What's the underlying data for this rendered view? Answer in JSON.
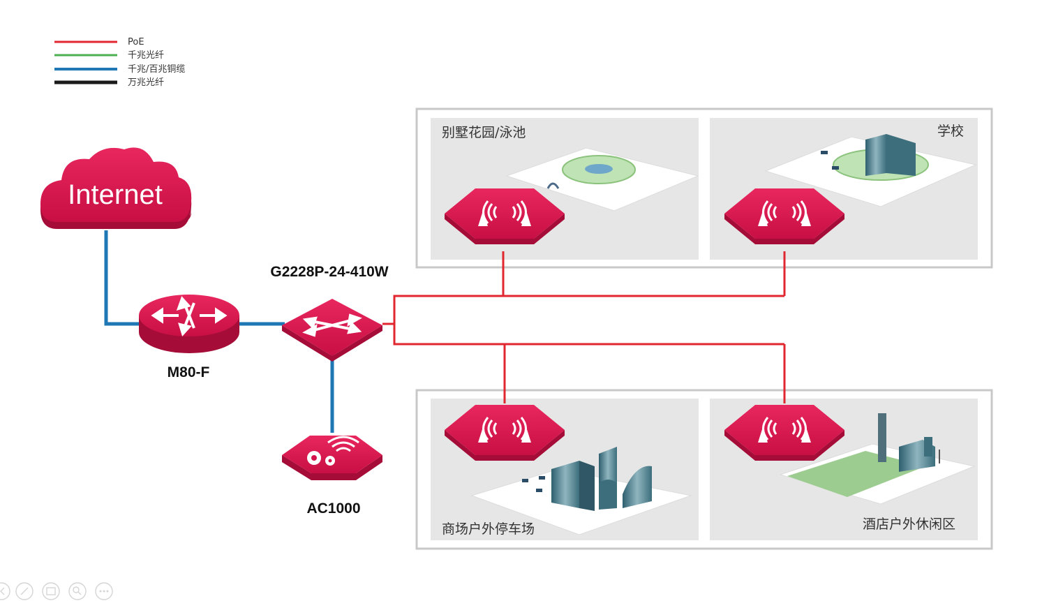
{
  "legend": [
    {
      "label": "PoE",
      "color": "#e0262e"
    },
    {
      "label": "千兆光纤",
      "color": "#4caf50"
    },
    {
      "label": "千兆/百兆铜缆",
      "color": "#1f77b4"
    },
    {
      "label": "万兆光纤",
      "color": "#1a1a1a"
    }
  ],
  "cloud": {
    "label": "Internet"
  },
  "devices": {
    "router": {
      "label": "M80-F"
    },
    "switch": {
      "label": "G2228P-24-410W"
    },
    "controller": {
      "label": "AC1000"
    }
  },
  "scenes": {
    "villa": "别墅花园/泳池",
    "school": "学校",
    "mall": "商场户外停车场",
    "hotel": "酒店户外休闲区"
  },
  "colors": {
    "brand_red": "#d4124a",
    "poe": "#e0262e",
    "copper": "#1f77b4",
    "panel_bg": "#e6e6e6",
    "frame": "#c8c8c8"
  },
  "toolbar_icons": [
    "prev-icon",
    "pen-icon",
    "slides-icon",
    "zoom-icon",
    "more-icon"
  ]
}
